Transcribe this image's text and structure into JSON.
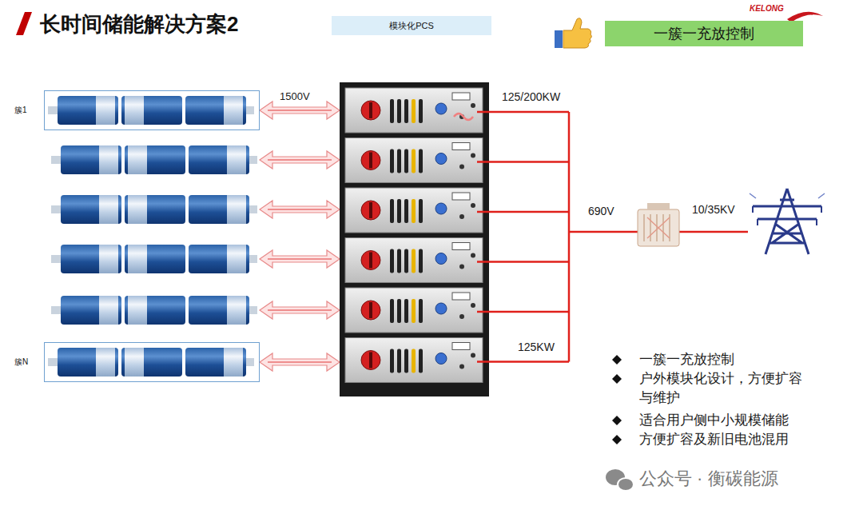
{
  "diagram": {
    "title": "长时间储能解决方案2",
    "nodes": [
      {
        "text": [
          "模块化PCS"
        ]
      },
      {
        "text": [
          "一簇一充放控制"
        ]
      },
      {
        "text": [
          "簇1"
        ]
      },
      {
        "text": [
          "簇N"
        ]
      }
    ],
    "labels": [
      "KELONG",
      "1500V",
      "125/200KW",
      "690V",
      "10/35KV",
      "125KW",
      "一簇一充放控制",
      "户外模块化设计，方便扩容与维护",
      "适合用户侧中小规模储能",
      "方便扩容及新旧电池混用",
      "公众号 · 衡碳能源"
    ]
  }
}
